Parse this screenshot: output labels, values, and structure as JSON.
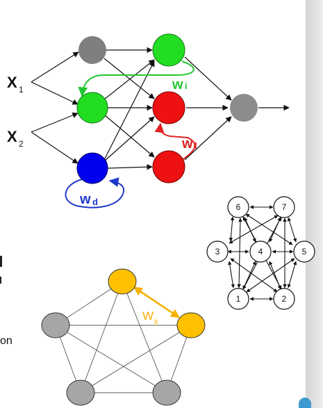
{
  "recurrent_network": {
    "inputs": [
      "X",
      "X"
    ],
    "input_subscripts": [
      "1",
      "2"
    ],
    "weights": [
      {
        "letter": "w",
        "sub": "i",
        "color": "#22c832"
      },
      {
        "letter": "w",
        "sub": "l",
        "color": "#e02020"
      },
      {
        "letter": "w",
        "sub": "d",
        "color": "#2038c8"
      }
    ],
    "node_colors": {
      "gray": "#7f7f7f",
      "green": "#22dd22",
      "red": "#ee1111",
      "blue": "#0000ee"
    }
  },
  "hopfield_graph": {
    "nodes": [
      "6",
      "7",
      "3",
      "4",
      "5",
      "1",
      "2"
    ]
  },
  "complete_graph": {
    "weight": {
      "letter": "W",
      "sub": "ij",
      "color": "#f5b000"
    },
    "node_colors": {
      "highlight": "#ffc000",
      "default": "#a6a6a6"
    }
  },
  "page_fragments": {
    "left_text": "on"
  }
}
